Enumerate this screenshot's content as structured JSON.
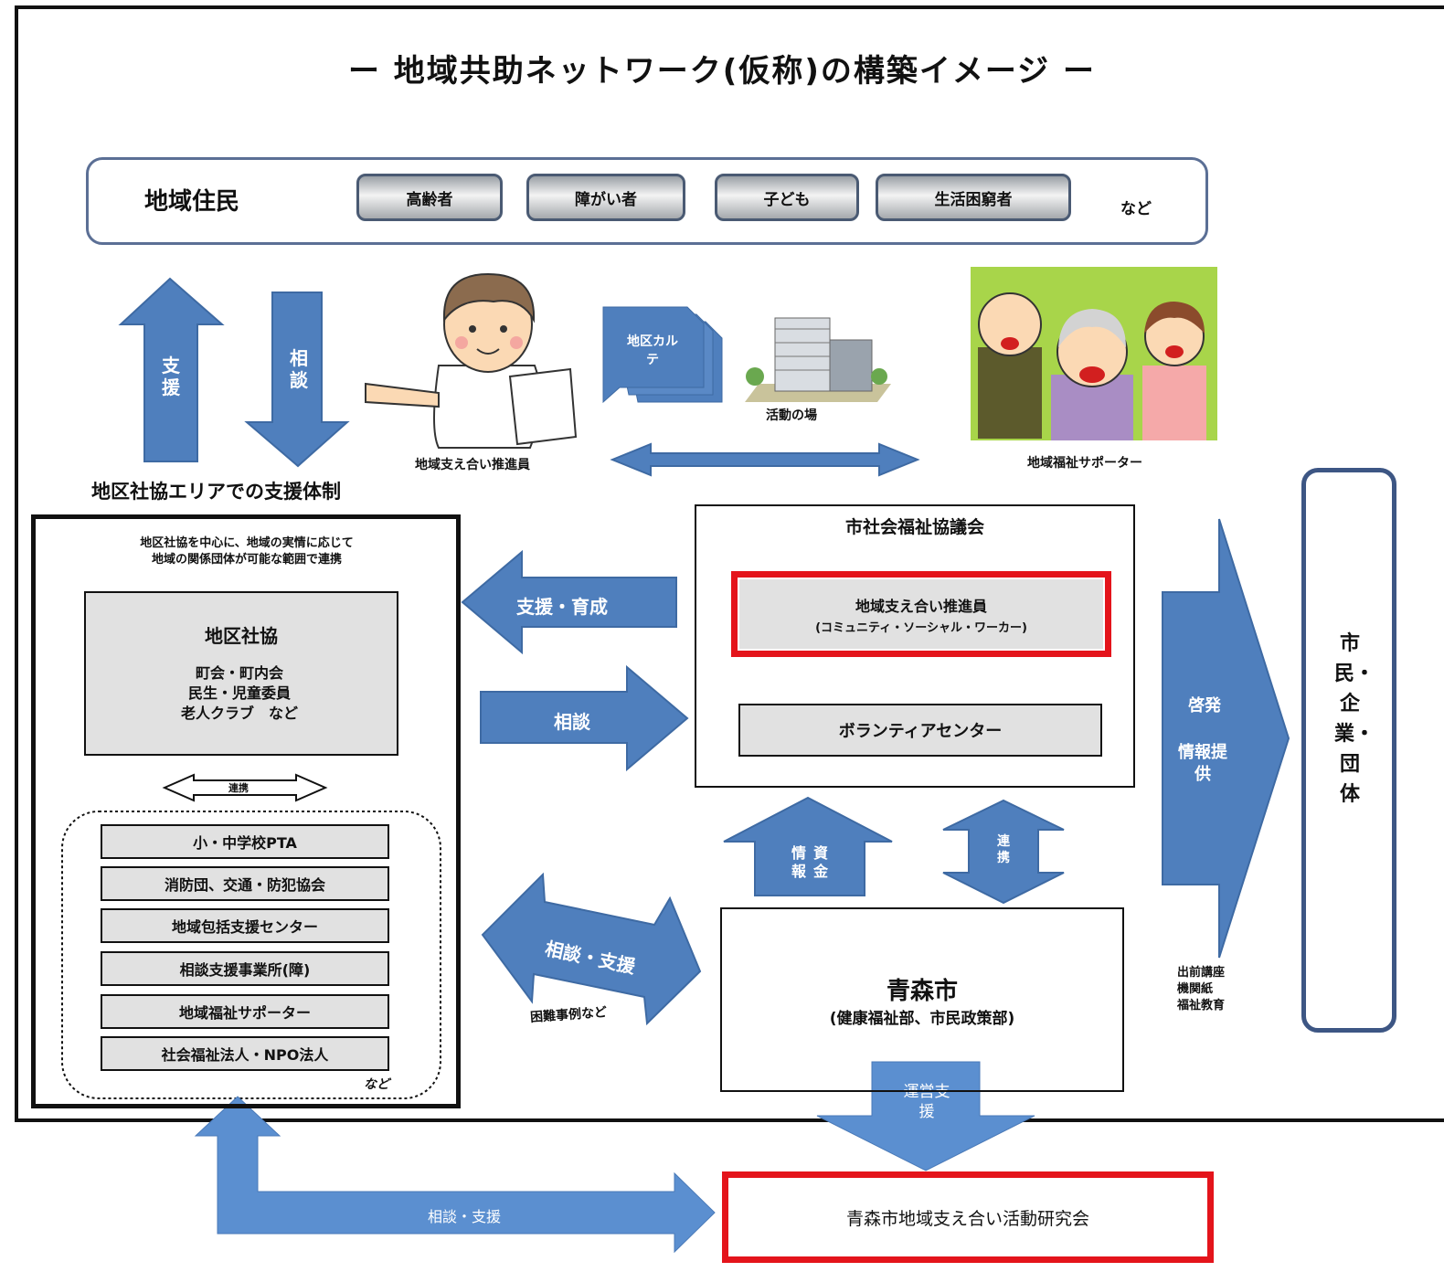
{
  "title": "ー 地域共助ネットワーク(仮称)の構築イメージ ー",
  "residents": {
    "label": "地域住民",
    "groups": [
      "高齢者",
      "障がい者",
      "子ども",
      "生活困窮者"
    ],
    "suffix": "など"
  },
  "arrows": {
    "support": "支援",
    "consult": "相談",
    "support_develop": "支援・育成",
    "consult2": "相談",
    "consult_support": "相談・支援",
    "difficult_cases": "困難事例など",
    "info_funds_line1": "情報",
    "info_funds_line2": "資金",
    "cooperation": "連携",
    "enlighten": "啓発",
    "info_provide": "情報提供",
    "management_support": "運営支援",
    "consult_support_bottom": "相談・支援"
  },
  "illustrations": {
    "promoter_caption": "地域支え合い推進員",
    "karte": "地区カルテ",
    "activity_place": "活動の場",
    "supporter_caption": "地域福祉サポーター"
  },
  "area_heading": "地区社協エリアでの支援体制",
  "left_box": {
    "intro_line1": "地区社協を中心に、地域の実情に応じて",
    "intro_line2": "地域の関係団体が可能な範囲で連携",
    "chiku_title": "地区社協",
    "chiku_members": [
      "町会・町内会",
      "民生・児童委員",
      "老人クラブ　など"
    ],
    "link_label": "連携",
    "orgs": [
      "小・中学校PTA",
      "消防団、交通・防犯協会",
      "地域包括支援センター",
      "相談支援事業所(障)",
      "地域福祉サポーター",
      "社会福祉法人・NPO法人"
    ],
    "orgs_suffix": "など"
  },
  "council": {
    "title": "市社会福祉協議会",
    "promoter": "地域支え合い推進員",
    "promoter_sub": "(コミュニティ・ソーシャル・ワーカー)",
    "volunteer": "ボランティアセンター"
  },
  "city": {
    "name": "青森市",
    "depts": "(健康福祉部、市民政策部)"
  },
  "outreach": [
    "出前講座",
    "機関紙",
    "福祉教育"
  ],
  "citizens": "市民・企業・団体",
  "research_group": "青森市地域支え合い活動研究会"
}
